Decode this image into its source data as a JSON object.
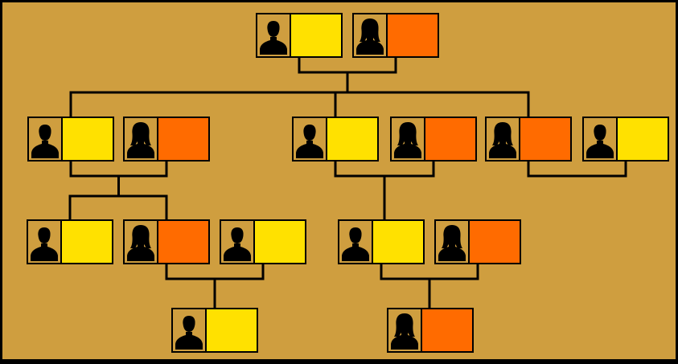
{
  "colors": {
    "background": "#CF9E3F",
    "male": "#FFE100",
    "female": "#FF6B00",
    "line": "#000000",
    "portrait_bg": "#CF9E3F",
    "silhouette": "#000000"
  },
  "icons": {
    "male": "male-silhouette-icon",
    "female": "female-silhouette-icon"
  },
  "people": [
    {
      "id": "p1",
      "gender": "male"
    },
    {
      "id": "p2",
      "gender": "female"
    },
    {
      "id": "p3",
      "gender": "male"
    },
    {
      "id": "p4",
      "gender": "female"
    },
    {
      "id": "p5",
      "gender": "male"
    },
    {
      "id": "p6",
      "gender": "female"
    },
    {
      "id": "p7",
      "gender": "female"
    },
    {
      "id": "p8",
      "gender": "male"
    },
    {
      "id": "p9",
      "gender": "male"
    },
    {
      "id": "p10",
      "gender": "female"
    },
    {
      "id": "p11",
      "gender": "male"
    },
    {
      "id": "p12",
      "gender": "male"
    },
    {
      "id": "p13",
      "gender": "female"
    },
    {
      "id": "p14",
      "gender": "male"
    },
    {
      "id": "p15",
      "gender": "female"
    }
  ],
  "couples": [
    {
      "id": "c1",
      "partners": [
        "p1",
        "p2"
      ]
    },
    {
      "id": "c2",
      "partners": [
        "p3",
        "p4"
      ]
    },
    {
      "id": "c3",
      "partners": [
        "p5",
        "p6"
      ]
    },
    {
      "id": "c4",
      "partners": [
        "p7",
        "p8"
      ]
    },
    {
      "id": "c5",
      "partners": [
        "p10",
        "p11"
      ]
    },
    {
      "id": "c6",
      "partners": [
        "p12",
        "p13"
      ]
    }
  ],
  "parent_child": [
    {
      "couple": "c1",
      "children": [
        "p3",
        "p5",
        "p7"
      ]
    },
    {
      "couple": "c2",
      "children": [
        "p9",
        "p10"
      ]
    },
    {
      "couple": "c3",
      "children": [
        "p12"
      ]
    },
    {
      "couple": "c5",
      "children": [
        "p14"
      ]
    },
    {
      "couple": "c6",
      "children": [
        "p15"
      ]
    }
  ]
}
